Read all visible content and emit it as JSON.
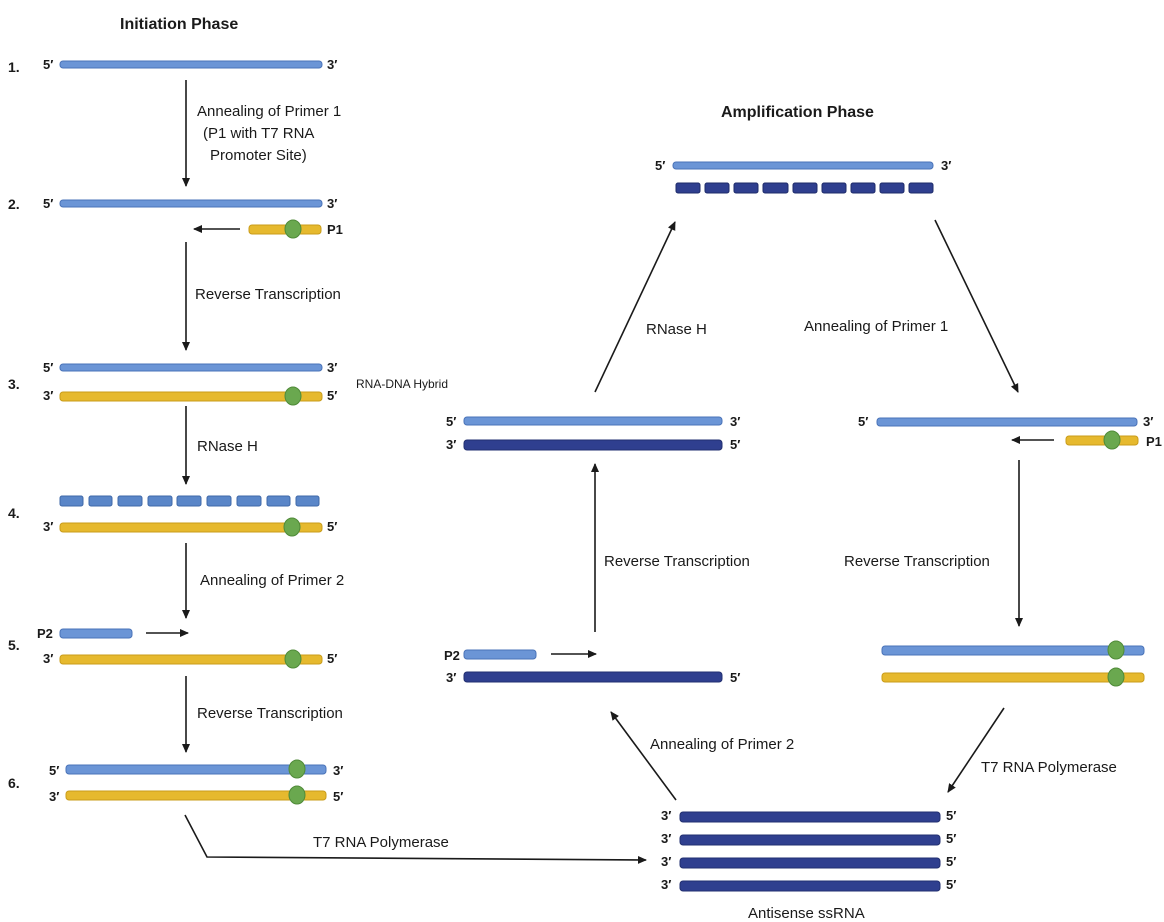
{
  "initiation": {
    "title": "Initiation Phase",
    "steps": [
      "1.",
      "2.",
      "3.",
      "4.",
      "5.",
      "6."
    ],
    "annealing_p1": [
      "Annealing of Primer 1",
      "(P1 with T7 RNA",
      "Promoter Site)"
    ],
    "reverse_transcription_1": "Reverse Transcription",
    "rna_dna_hybrid": "RNA-DNA Hybrid",
    "rnase_h": "RNase H",
    "annealing_p2": "Annealing of Primer 2",
    "reverse_transcription_2": "Reverse Transcription",
    "t7_polymerase": "T7 RNA Polymerase"
  },
  "amplification": {
    "title": "Amplification Phase",
    "rnase_h": "RNase H",
    "annealing_p1": "Annealing of Primer 1",
    "reverse_transcription_left": "Reverse Transcription",
    "reverse_transcription_right": "Reverse Transcription",
    "annealing_p2": "Annealing of Primer 2",
    "t7_polymerase": "T7 RNA Polymerase",
    "antisense": "Antisense ssRNA"
  },
  "labels": {
    "five_prime": "5′",
    "three_prime": "3′",
    "p1": "P1",
    "p2": "P2"
  },
  "colors": {
    "rna": "#6b95d6",
    "cdna": "#e6b92e",
    "antisense": "#2f3f8f",
    "promoter": "#6aa84f"
  }
}
